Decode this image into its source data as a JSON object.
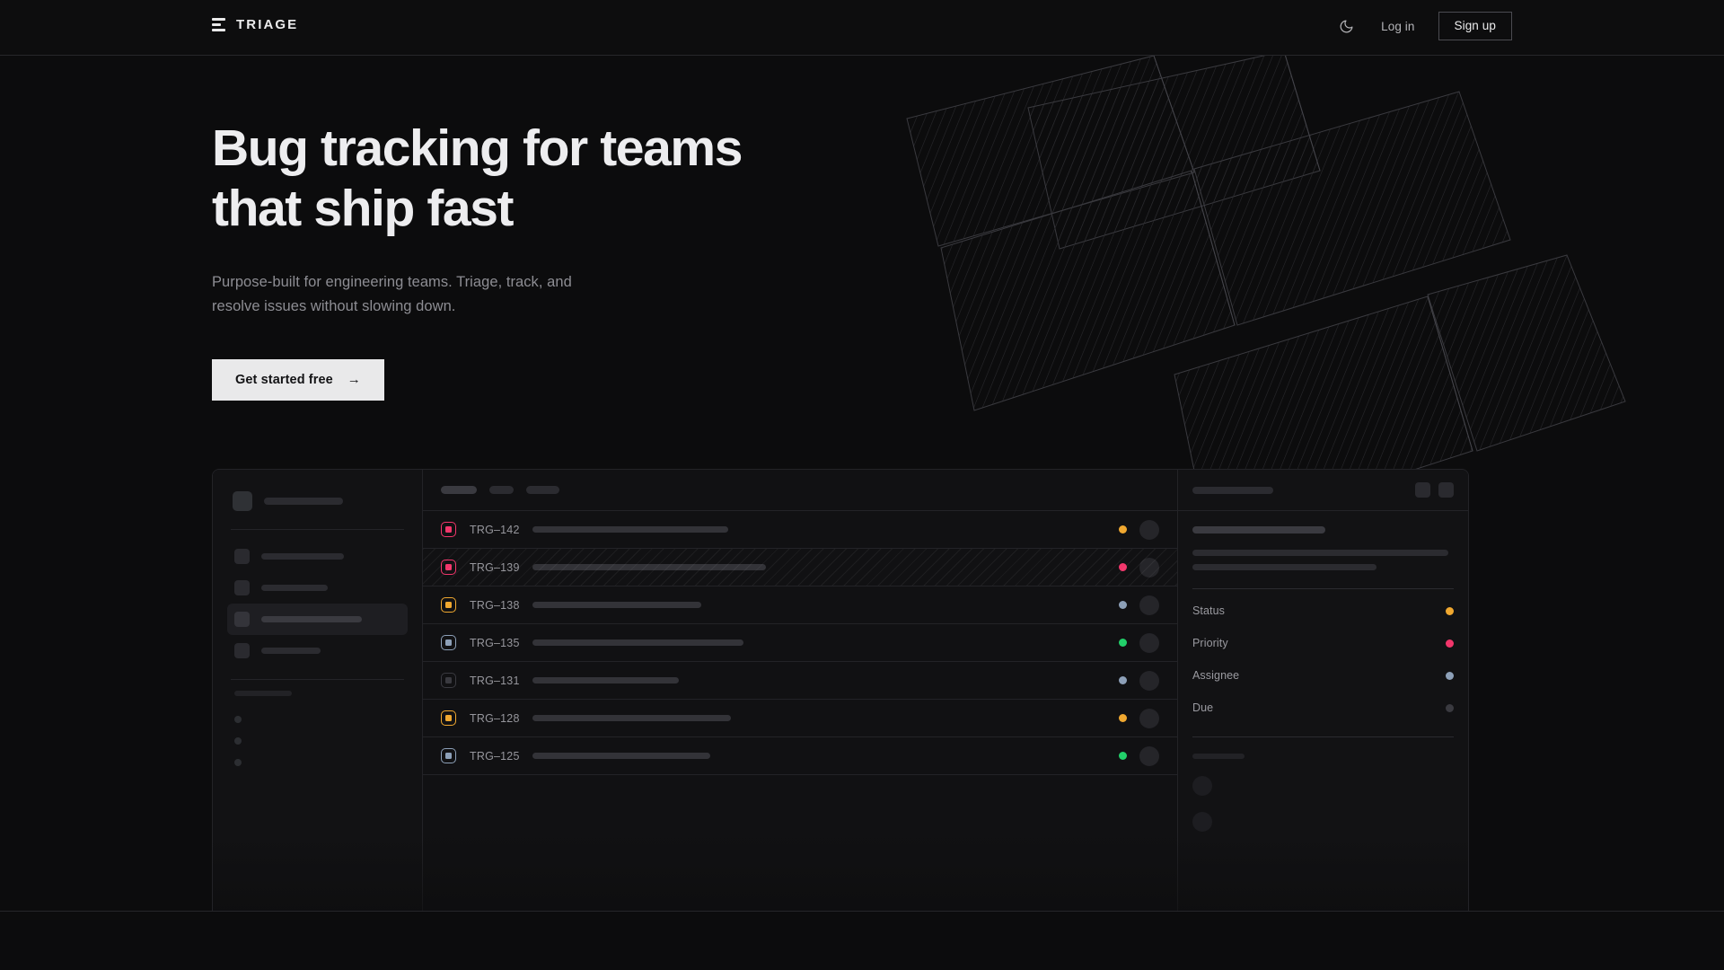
{
  "header": {
    "brand": "TRIAGE",
    "logo_icon": "triage-bars-icon",
    "theme_toggle_icon": "moon-icon",
    "login_label": "Log in",
    "signup_label": "Sign up"
  },
  "hero": {
    "headline": "Bug tracking for teams\nthat ship fast",
    "subhead": "Purpose-built for engineering teams. Triage, track, and\nresolve issues without slowing down.",
    "cta_label": "Get started free",
    "cta_arrow": "→"
  },
  "colors": {
    "page_bg": "#0c0c0d",
    "panel_bg": "#121214",
    "border": "#232327",
    "text_primary": "#ededef",
    "text_muted": "#8d8d93",
    "accent_light": "#e9e9ea",
    "status_amber": "#f0a830",
    "status_pink": "#f2366b",
    "status_green": "#22d06a",
    "status_slate": "#8da0b8",
    "status_muted": "#3a3a40"
  },
  "mockup": {
    "sidebar": {
      "logo_placeholder": true,
      "nav_items": [
        {
          "width": 92,
          "active": false
        },
        {
          "width": 74,
          "active": false
        },
        {
          "width": 112,
          "active": true
        },
        {
          "width": 66,
          "active": false
        }
      ],
      "section_label_width": 64,
      "mini_items": 3
    },
    "list": {
      "toolbar_pills": [
        {
          "width": 40,
          "bright": true
        },
        {
          "width": 27,
          "bright": false
        },
        {
          "width": 37,
          "bright": false
        }
      ],
      "rows": [
        {
          "id": "TRG–142",
          "badge": "#f2366b",
          "title_width": 218,
          "status": "#f0a830",
          "selected": false
        },
        {
          "id": "TRG–139",
          "badge": "#f2366b",
          "title_width": 260,
          "status": "#f2366b",
          "selected": true
        },
        {
          "id": "TRG–138",
          "badge": "#f0a830",
          "title_width": 188,
          "status": "#8da0b8",
          "selected": false
        },
        {
          "id": "TRG–135",
          "badge": "#8da0b8",
          "title_width": 235,
          "status": "#22d06a",
          "selected": false
        },
        {
          "id": "TRG–131",
          "badge": "#3a3a40",
          "title_width": 163,
          "status": "#8da0b8",
          "selected": false
        },
        {
          "id": "TRG–128",
          "badge": "#f0a830",
          "title_width": 221,
          "status": "#f0a830",
          "selected": false
        },
        {
          "id": "TRG–125",
          "badge": "#8da0b8",
          "title_width": 198,
          "status": "#22d06a",
          "selected": false
        }
      ]
    },
    "detail": {
      "header_skeleton_width": 90,
      "buttons": 2,
      "title_skeleton_width": 148,
      "body_lines": [
        285,
        205
      ],
      "properties": [
        {
          "label": "Status",
          "dot": "#f0a830"
        },
        {
          "label": "Priority",
          "dot": "#f2366b"
        },
        {
          "label": "Assignee",
          "dot": "#8da0b8"
        },
        {
          "label": "Due",
          "dot": "#3a3a40"
        }
      ],
      "footer_label_width": 58,
      "footer_avatars": 2
    }
  }
}
